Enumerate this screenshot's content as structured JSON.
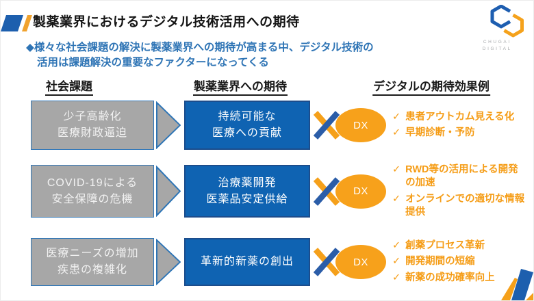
{
  "header": {
    "title": "製薬業界におけるデジタル技術活用への期待"
  },
  "logo": {
    "line1": "CHUGAI",
    "line2": "DIGITAL"
  },
  "subtitle": {
    "line1": "◆様々な社会課題の解決に製薬業界への期待が高まる中、デジタル技術の",
    "line2": "活用は課題解決の重要なファクターになってくる"
  },
  "columns": {
    "social": "社会課題",
    "pharma": "製薬業界への期待",
    "digital": "デジタルの期待効果例"
  },
  "glyphs": {
    "check": "✓"
  },
  "rows": [
    {
      "challenge": "少子高齢化\n医療財政逼迫",
      "expectation": "持続可能な\n医療への貢献",
      "dx": "DX",
      "effects": [
        "患者アウトカム見える化",
        "早期診断・予防"
      ]
    },
    {
      "challenge": "COVID-19による\n安全保障の危機",
      "expectation": "治療薬開発\n医薬品安定供給",
      "dx": "DX",
      "effects": [
        "RWD等の活用による開発の加速",
        "オンラインでの適切な情報提供"
      ]
    },
    {
      "challenge": "医療ニーズの増加\n疾患の複雑化",
      "expectation": "革新的新薬の創出",
      "dx": "DX",
      "effects": [
        "創薬プロセス革新",
        "開発期間の短縮",
        "新薬の成功確率向上"
      ]
    }
  ],
  "colors": {
    "box_blue": "#0F63B2",
    "box_blue_border": "#1C4D8C",
    "box_gray": "#A7A7A7",
    "border_blue": "#2E75B6",
    "subtitle_blue": "#2E74B5",
    "orange": "#F7A11B",
    "effect_orange": "#F59C15",
    "logo_blue": "#1E5EB0",
    "logo_orange": "#F5A21C"
  }
}
